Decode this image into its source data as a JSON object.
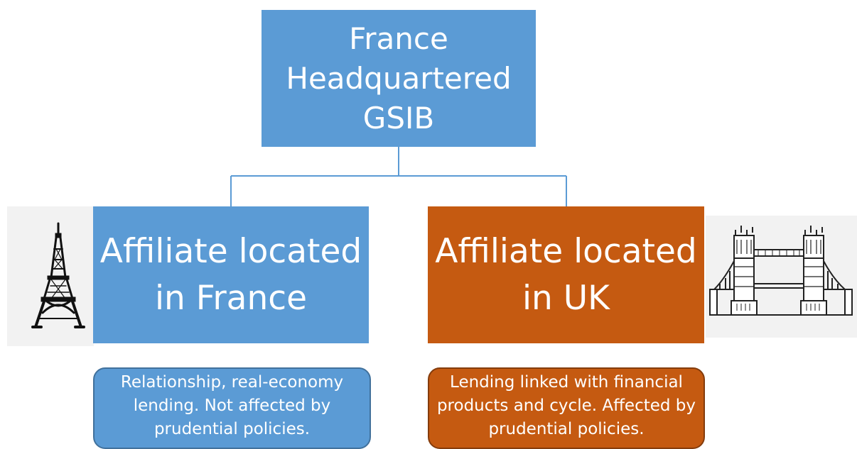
{
  "diagram": {
    "headquarters": {
      "label": "France\nHeadquartered\nGSIB",
      "color": "#5b9bd5"
    },
    "affiliates": [
      {
        "label": "Affiliate located\nin France",
        "note": "Relationship, real-economy lending. Not affected by prudential policies.",
        "color": "#5b9bd5",
        "icon": "eiffel-tower-icon"
      },
      {
        "label": "Affiliate located\nin UK",
        "note": "Lending linked with financial products and cycle. Affected by prudential policies.",
        "color": "#c55a11",
        "icon": "tower-bridge-icon"
      }
    ],
    "connector_color": "#5b9bd5"
  }
}
